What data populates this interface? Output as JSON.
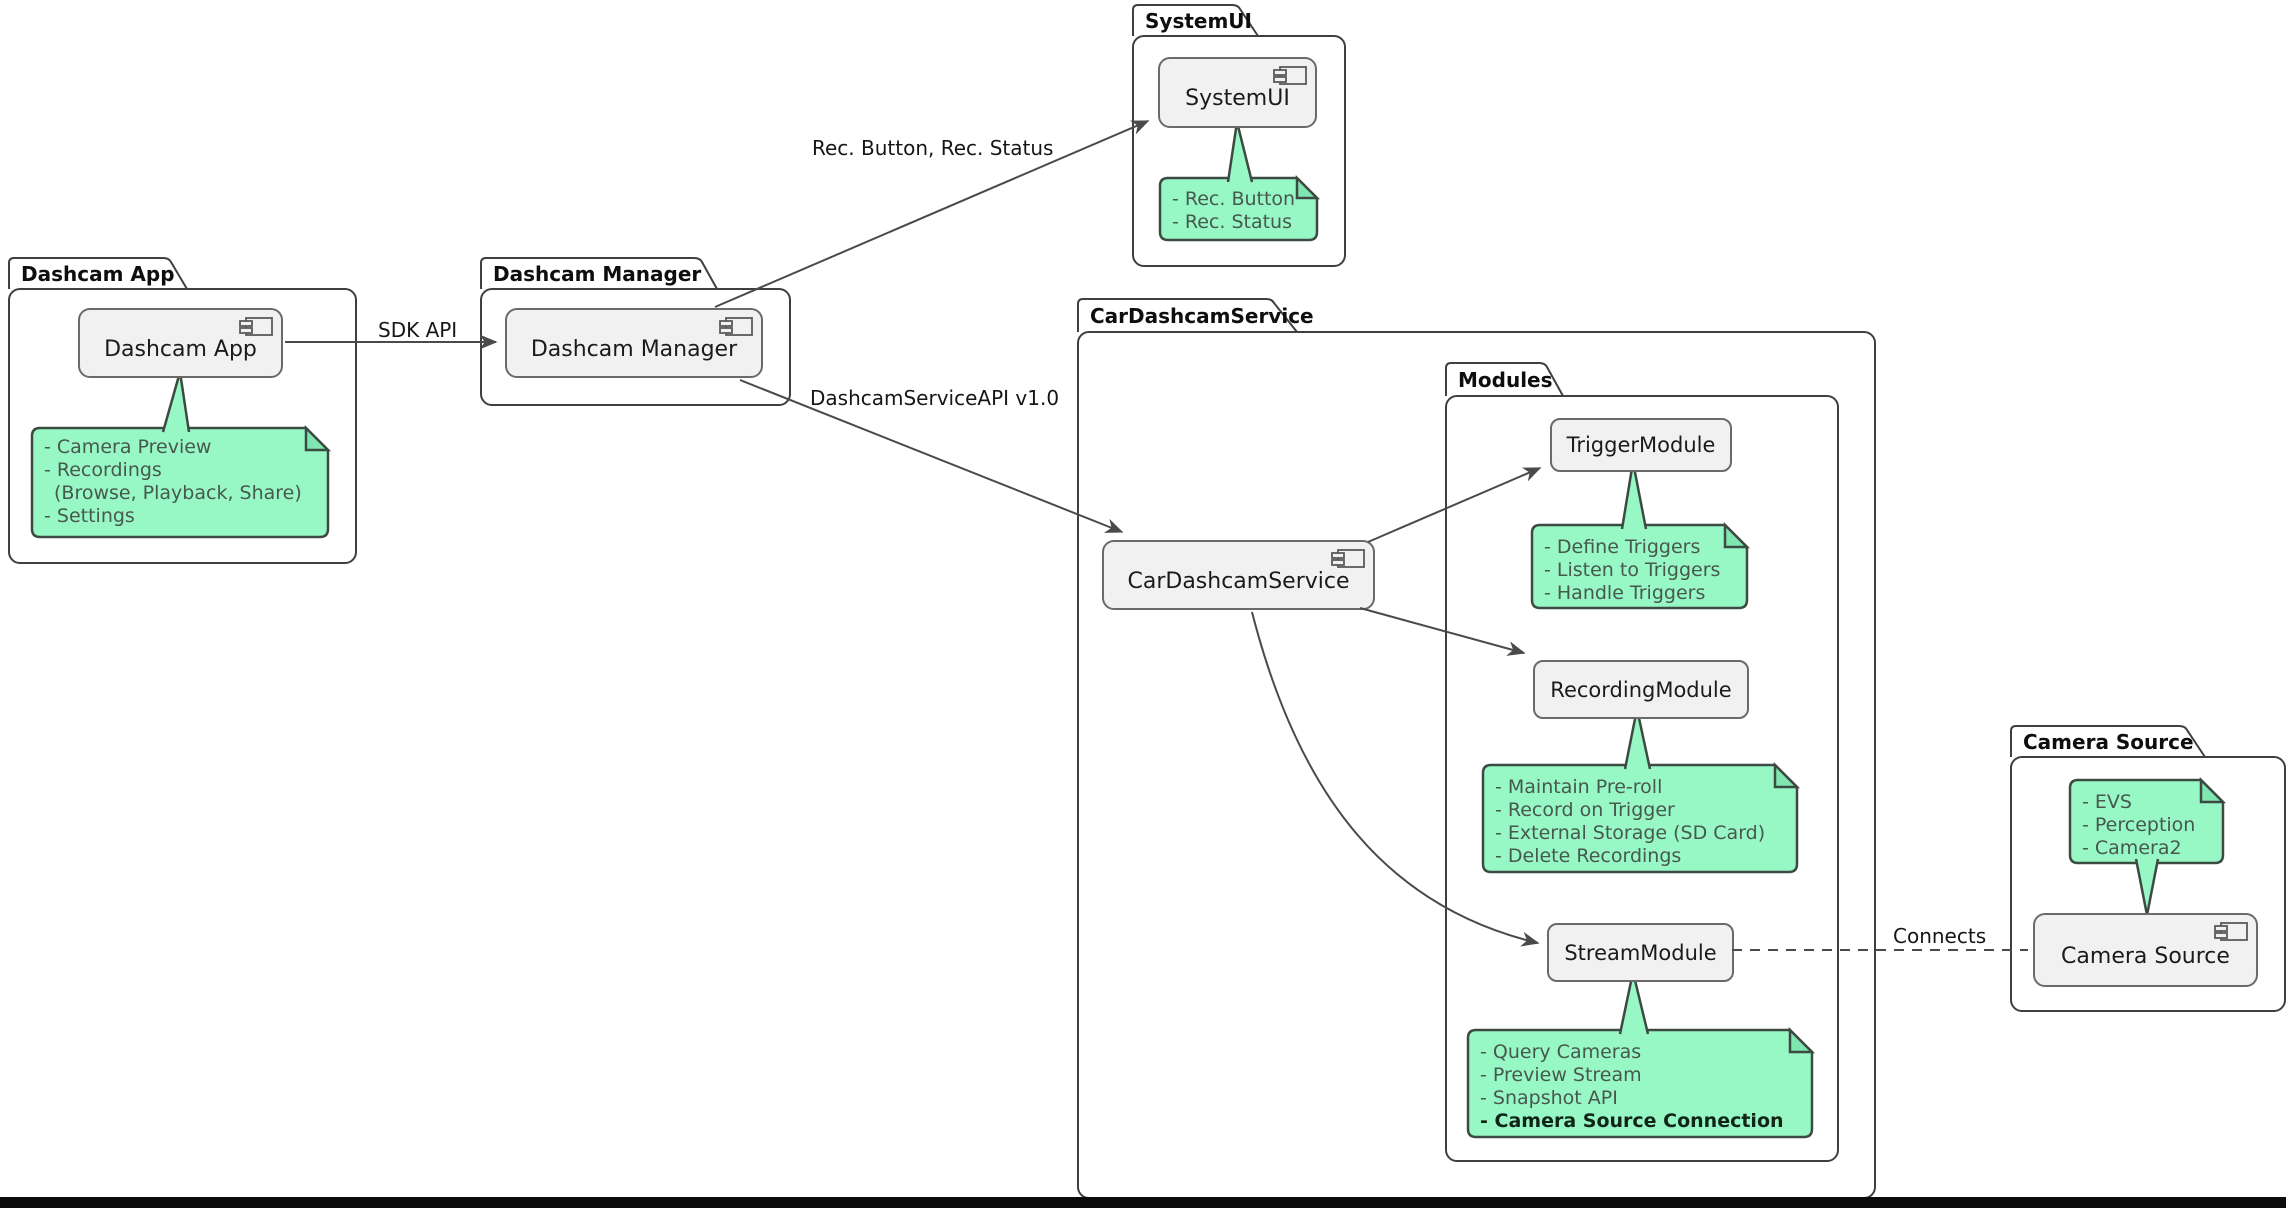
{
  "packages": {
    "dashcam_app": {
      "title": "Dashcam App"
    },
    "dashcam_manager": {
      "title": "Dashcam Manager"
    },
    "systemui": {
      "title": "SystemUI"
    },
    "car_dashcam_service": {
      "title": "CarDashcamService"
    },
    "modules": {
      "title": "Modules"
    },
    "camera_source": {
      "title": "Camera Source"
    }
  },
  "components": {
    "dashcam_app": {
      "label": "Dashcam App"
    },
    "dashcam_manager": {
      "label": "Dashcam Manager"
    },
    "systemui": {
      "label": "SystemUI"
    },
    "car_dashcam_service": {
      "label": "CarDashcamService"
    },
    "camera_source": {
      "label": "Camera Source"
    }
  },
  "modules": {
    "trigger": {
      "label": "TriggerModule"
    },
    "recording": {
      "label": "RecordingModule"
    },
    "stream": {
      "label": "StreamModule"
    }
  },
  "notes": {
    "dashcam_app": {
      "lines": [
        "- Camera Preview",
        "- Recordings",
        "(Browse, Playback, Share)",
        "- Settings"
      ]
    },
    "systemui": {
      "lines": [
        "- Rec. Button",
        "- Rec. Status"
      ]
    },
    "trigger": {
      "lines": [
        "- Define Triggers",
        "- Listen to Triggers",
        "- Handle Triggers"
      ]
    },
    "recording": {
      "lines": [
        "- Maintain Pre-roll",
        "- Record on Trigger",
        "- External Storage (SD Card)",
        "- Delete Recordings"
      ]
    },
    "stream": {
      "lines": [
        "- Query Cameras",
        "- Preview Stream",
        "- Snapshot API",
        "- Camera Source Connection"
      ]
    },
    "camera_source": {
      "lines": [
        "- EVS",
        "- Perception",
        "- Camera2"
      ]
    }
  },
  "edges": {
    "sdk_api": {
      "label": "SDK API"
    },
    "rec_button_status": {
      "label": "Rec. Button, Rec. Status"
    },
    "dashcam_service_api": {
      "label": "DashcamServiceAPI v1.0"
    },
    "connects": {
      "label": "Connects"
    }
  },
  "colors": {
    "note_fill": "#97f7c5",
    "note_fold": "#7fe6b2",
    "note_border": "#3c4a42",
    "box_fill": "#f1f1f1",
    "box_border": "#6a6a6a",
    "package_border": "#3f3f3f",
    "line": "#4a4a4a"
  }
}
